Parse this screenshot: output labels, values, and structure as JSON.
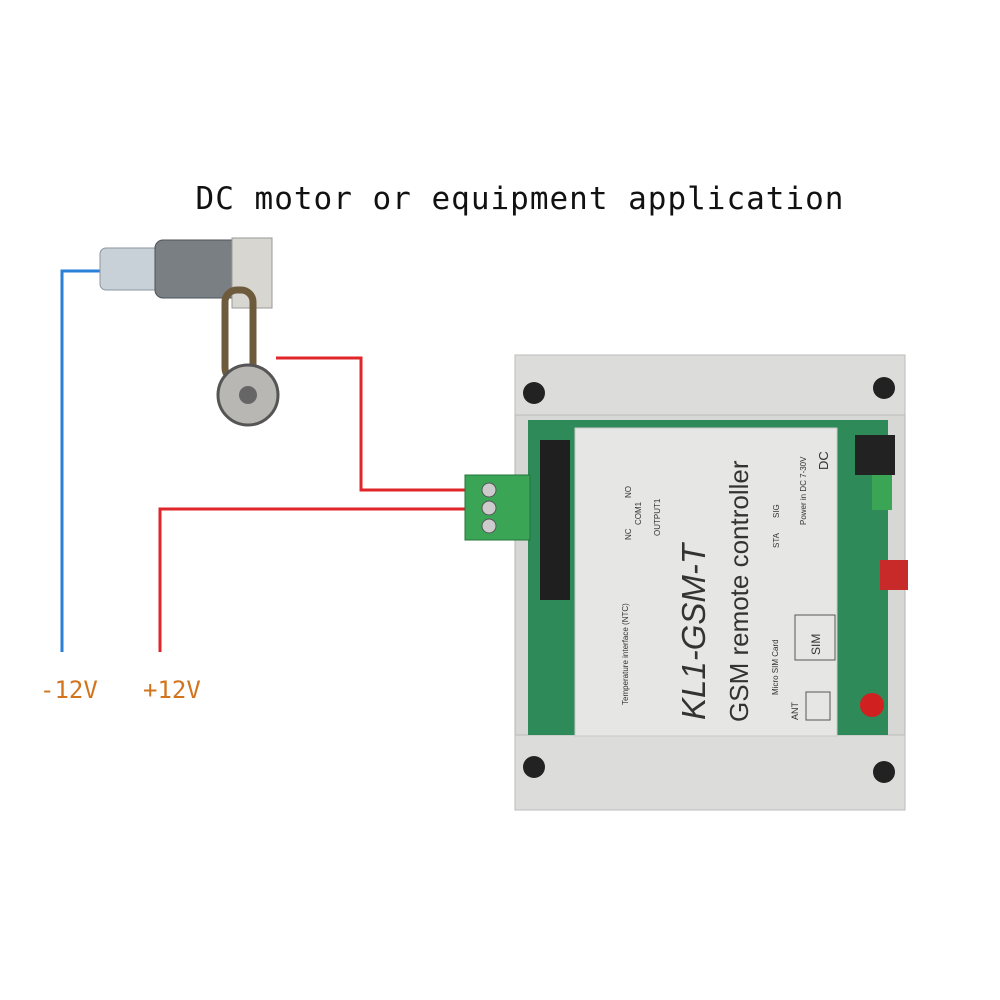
{
  "title": "DC motor or equipment application",
  "voltage_labels": {
    "negative": "-12V",
    "positive": "+12V"
  },
  "colors": {
    "negative_wire": "#2a7fd6",
    "positive_wire": "#e0262a",
    "voltage_text": "#d2741e",
    "terminal_green": "#3aa655",
    "case_grey": "#d7d7d5"
  },
  "device": {
    "model": "KL1-GSM-T",
    "subtitle": "GSM remote controller",
    "relay_pins": [
      "NC",
      "COM1",
      "NO"
    ],
    "output_label": "OUTPUT1",
    "temperature_label": "Temperature interface (NTC)",
    "status_leds": [
      "STA",
      "SIG"
    ],
    "power_label": "Power in DC 7-30V",
    "dc_label": "DC",
    "sim_label": "SIM",
    "sim_card_label": "Micro SIM Card",
    "antenna_label": "ANT"
  }
}
